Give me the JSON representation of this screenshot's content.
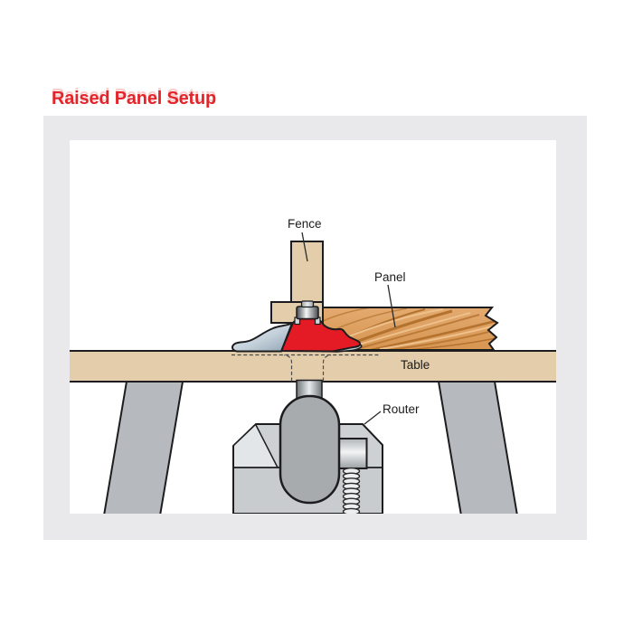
{
  "title": {
    "text": "Raised Panel Setup"
  },
  "diagram": {
    "labels": {
      "fence": "Fence",
      "panel": "Panel",
      "table": "Table",
      "router": "Router"
    }
  },
  "theme": {
    "title_red": "#e2252b",
    "frame_gray": "#e9e9eb",
    "wood_tan": "#e3cdab",
    "panel_base": "#dc9d60",
    "panel_grain_dark": "#b4722f",
    "panel_grain_light": "#eec08b",
    "bit_red": "#e41b24",
    "steel_band": "#bccbd6",
    "leg_gray": "#b6babe",
    "motor_gray": "#a8abae",
    "clamp_gray": "#cdd1d3",
    "outline_dark": "#1d1d1f"
  }
}
